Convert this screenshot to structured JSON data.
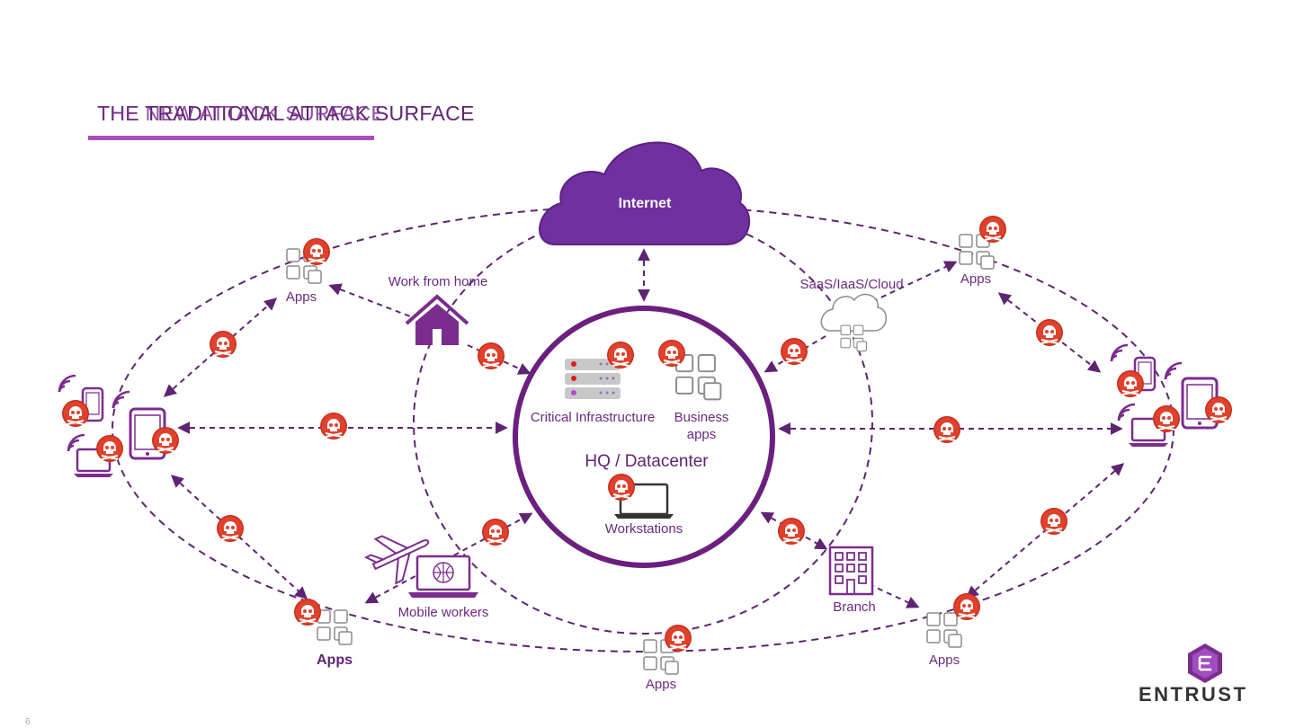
{
  "title_layer_1": "THE TRADITIONAL ATTACK SURFACE",
  "title_layer_2": "THE NEW ATTACK SURFACE",
  "hub": {
    "internet": "Internet",
    "hq": "HQ / Datacenter",
    "critical_infrastructure": "Critical Infrastructure",
    "business_apps_line1": "Business",
    "business_apps_line2": "apps",
    "workstations": "Workstations"
  },
  "nodes": {
    "work_from_home": "Work from home",
    "saas": "SaaS/IaaS/Cloud",
    "mobile_workers": "Mobile workers",
    "branch": "Branch",
    "apps_top_left": "Apps",
    "apps_top_right": "Apps",
    "apps_bottom_left": "Apps",
    "apps_bottom_center": "Apps",
    "apps_bottom_right": "Apps"
  },
  "logo": {
    "text": "ENTRUST"
  },
  "page_number": "6",
  "colors": {
    "purple_dark": "#5e2472",
    "purple_cloud": "#7030a0",
    "purple_accent": "#a950b8",
    "threat_red": "#e0412c",
    "icon_gray": "#8c8c8c"
  },
  "icons": [
    "cloud-icon",
    "house-icon",
    "skull-threat-icon",
    "apps-grid-icon",
    "server-icon",
    "laptop-icon",
    "tablet-icon",
    "phone-icon",
    "wifi-icon",
    "airplane-icon",
    "building-icon",
    "entrust-logo-icon"
  ]
}
